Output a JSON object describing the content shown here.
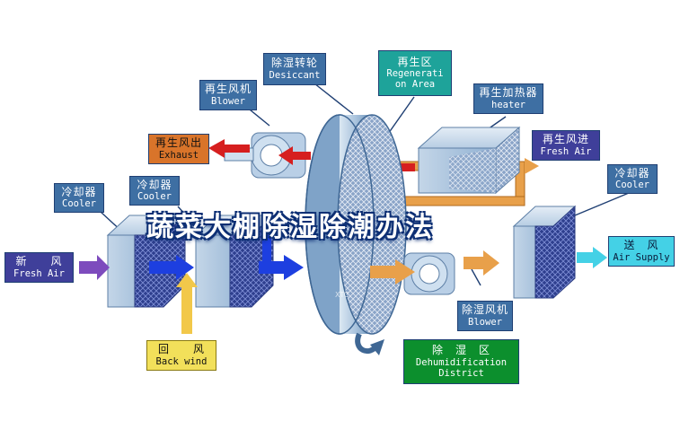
{
  "title": "蔬菜大棚除湿除潮办法",
  "labels": {
    "desiccant": {
      "zh": "除湿转轮",
      "en": "Desiccant"
    },
    "regen_area": {
      "zh": "再生区",
      "en1": "Regenerati",
      "en2": "on Area"
    },
    "regen_blower": {
      "zh": "再生风机",
      "en": "Blower"
    },
    "regen_heater": {
      "zh": "再生加热器",
      "en": "heater"
    },
    "exhaust": {
      "zh": "再生风出",
      "en": "Exhaust"
    },
    "fresh_air_in": {
      "zh": "再生风进",
      "en": "Fresh Air"
    },
    "cooler_left": {
      "zh": "冷却器",
      "en": "Cooler"
    },
    "cooler_mid": {
      "zh": "冷却器",
      "en": "Cooler"
    },
    "cooler_right": {
      "zh": "冷却器",
      "en": "Cooler"
    },
    "new_air": {
      "zh": "新　　风",
      "en": "Fresh Air"
    },
    "supply": {
      "zh": "送　风",
      "en": "Air Supply"
    },
    "process_blower": {
      "zh": "除湿风机",
      "en": "Blower"
    },
    "back_wind": {
      "zh": "回　　风",
      "en": "Back wind"
    },
    "dehum_district": {
      "zh": "除　湿　区",
      "en1": "Dehumidification",
      "en2": "District"
    }
  },
  "colors": {
    "callout_blue": "#3e6fa3",
    "exhaust_orange": "#d9742a",
    "fresh_air_navy": "#3f3f9a",
    "supply_cyan": "#44d1e6",
    "back_wind_yellow": "#f2e05a",
    "dehum_green": "#0c8f2d",
    "arrow_red": "#d61f1f",
    "arrow_blue": "#1d3fe0",
    "arrow_orange": "#e8a04a",
    "arrow_purple": "#7d4bbd"
  }
}
